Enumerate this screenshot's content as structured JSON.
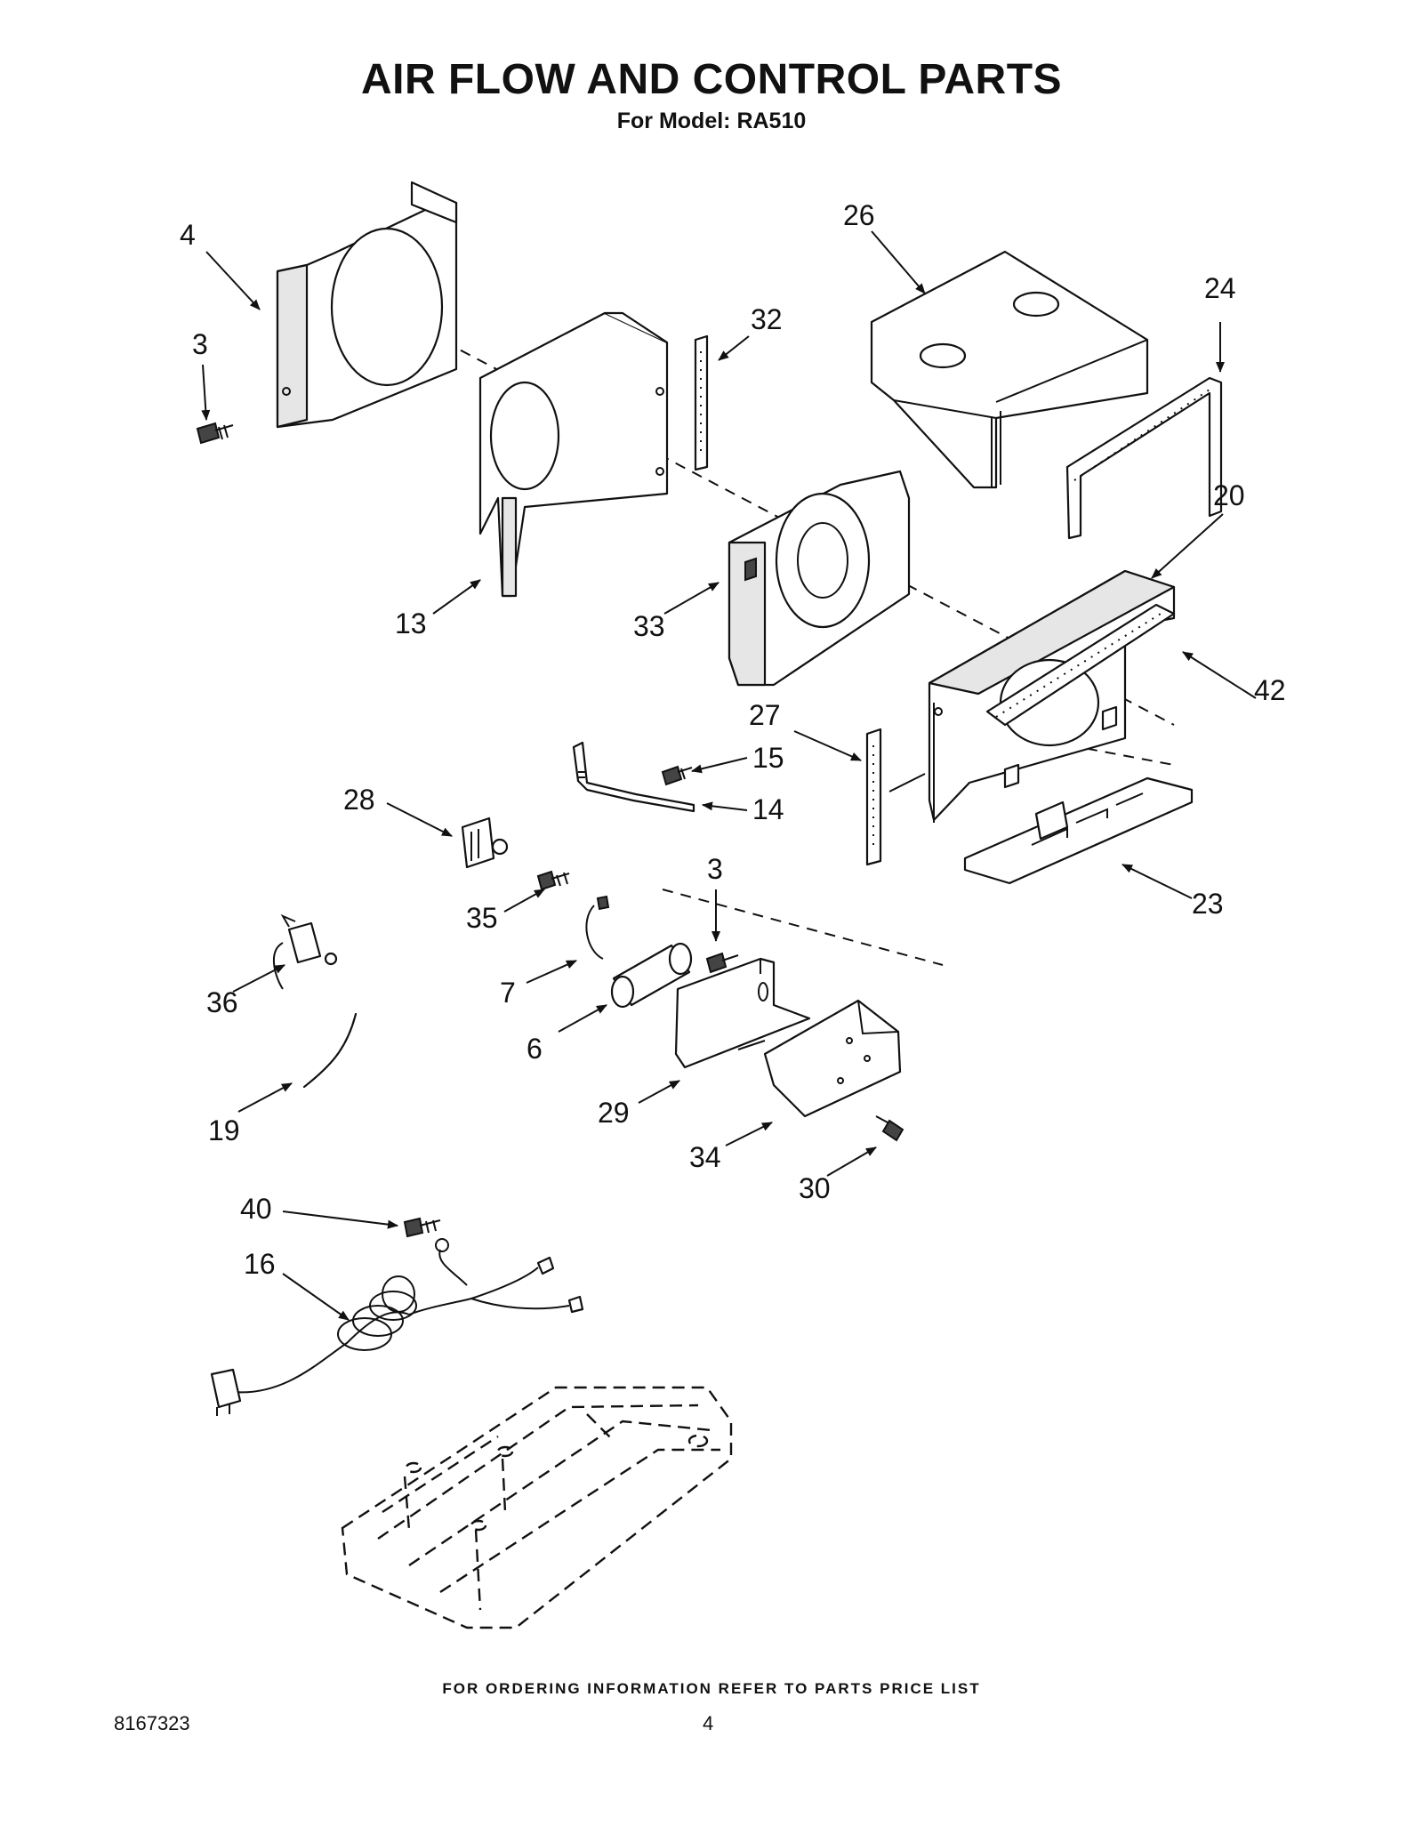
{
  "header": {
    "title": "AIR FLOW AND CONTROL PARTS",
    "subtitle": "For Model: RA510"
  },
  "callouts": {
    "c3a": "3",
    "c4": "4",
    "c13": "13",
    "c32": "32",
    "c26": "26",
    "c24": "24",
    "c20": "20",
    "c33": "33",
    "c42": "42",
    "c27": "27",
    "c15": "15",
    "c14": "14",
    "c28": "28",
    "c23": "23",
    "c3b": "3",
    "c35": "35",
    "c7": "7",
    "c36": "36",
    "c6": "6",
    "c29": "29",
    "c19": "19",
    "c34": "34",
    "c30": "30",
    "c40": "40",
    "c16": "16"
  },
  "footer": {
    "note": "FOR ORDERING INFORMATION REFER TO PARTS PRICE LIST",
    "doc_number": "8167323",
    "page_number": "4"
  }
}
